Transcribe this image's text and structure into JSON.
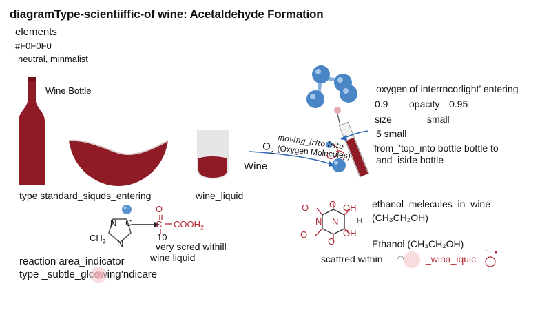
{
  "title": "diagramType-scientiiffic-of wine: Acetaldehyde Formation",
  "header_lines": [
    "elements",
    "#F0F0F0",
    "neutral, minmalist"
  ],
  "colors": {
    "wine": "#8E1B26",
    "wine_dark": "#6E121C",
    "glass": "#E4E4E4",
    "molecule_blue": "#4A86C5",
    "accent_red": "#B22A35",
    "arrow_blue": "#2F67B2"
  },
  "left": {
    "bottle_label": "Wine Bottle",
    "type_label": "type standard_siquds_entering",
    "wine_liquid_label": "wine_liquid"
  },
  "reaction": {
    "methyl_label": "CH",
    "methyl_sub": "3",
    "atom_n1": "N",
    "atom_c": "C",
    "atom_n2": "N",
    "product_o": "O",
    "product_c": "C",
    "product_cooh": "COOH",
    "product_sub": "2",
    "product_num": "10",
    "note_line1": "very scred withill",
    "note_line2": "wine liquid",
    "area_label_line1": "reaction area_indicator",
    "area_label_line2": "type _subtle_glcowing’ndicare"
  },
  "oxygen": {
    "caption_line1": "oxygen of interrncorlight’ entering",
    "opacity_start": "0.9",
    "opacity_label": "opacity",
    "opacity_end": "0.95",
    "size_label": "size",
    "size_value": "small",
    "count_label": "5 small",
    "direction_line1": "’from_’top_into bottle bottle to",
    "direction_line2": "and_iside bottle",
    "moving_label": "moving_irito lrito",
    "o2_main": "O",
    "o2_sub": "2",
    "o2_paren": "(Oxygen Molecules)",
    "wine_label": "Wine"
  },
  "ethanol": {
    "struct_o_top_left": "O",
    "struct_o_top_right": "O",
    "struct_oh_top": "OH",
    "struct_n_left": "N",
    "struct_n_right": "N",
    "struct_oh_bottom": "OH",
    "struct_o_left": "O",
    "struct_o_bottom": "O",
    "struct_h": "H",
    "label_line1": "ethanol_melecules_in_wine",
    "label_line2": "(CH₃CH₂OH)",
    "formula_line": "Ethanol (CH₃CH₂OH)",
    "scatter_prefix": "scattred within",
    "scatter_tag": "_wina_iquic"
  }
}
